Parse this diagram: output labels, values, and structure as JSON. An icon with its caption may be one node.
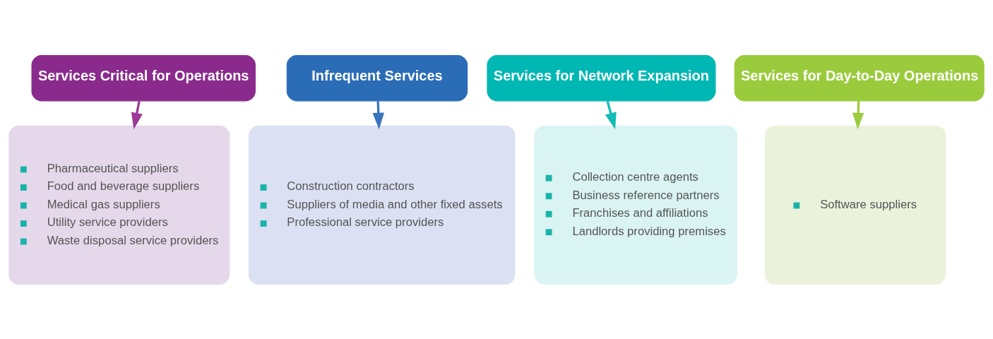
{
  "diagram": {
    "nodes": [
      {
        "text": [
          "Services Critical for Operations"
        ]
      },
      {
        "text": [
          "Infrequent Services"
        ]
      },
      {
        "text": [
          "Services for Network Expansion"
        ]
      },
      {
        "text": [
          "Services for Day-to-Day Operations"
        ]
      },
      {
        "text": [
          "Pharmaceutical suppliers",
          "Food and beverage suppliers",
          "Medical gas suppliers",
          "Utility service providers",
          "Waste disposal service providers"
        ]
      },
      {
        "text": [
          "Construction contractors",
          "Suppliers of media and other fixed assets",
          "Professional service providers"
        ]
      },
      {
        "text": [
          "Collection centre agents",
          "Business reference partners",
          "Franchises and affiliations",
          "Landlords providing premises"
        ]
      },
      {
        "text": [
          "Software suppliers"
        ]
      }
    ],
    "edges": [
      {
        "from": 0,
        "to": 4,
        "arrow": "to",
        "color": "#9b3a98"
      },
      {
        "from": 1,
        "to": 5,
        "arrow": "to",
        "color": "#3a74bd"
      },
      {
        "from": 2,
        "to": 6,
        "arrow": "to",
        "color": "#14bbb5"
      },
      {
        "from": 3,
        "to": 7,
        "arrow": "to",
        "color": "#9ccb3f"
      }
    ]
  }
}
